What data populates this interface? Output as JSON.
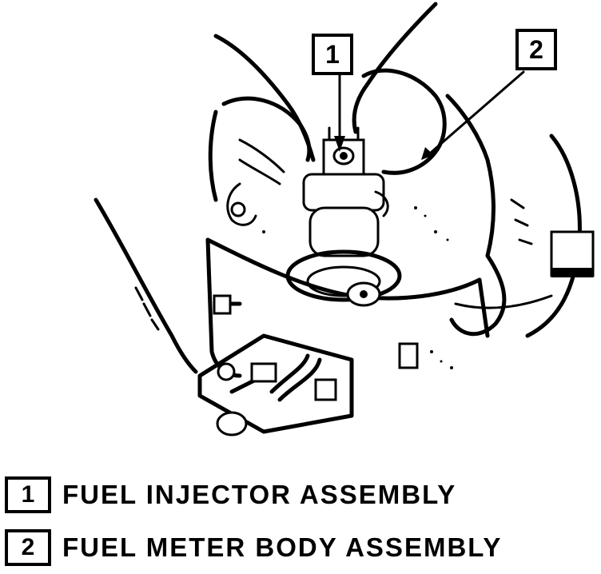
{
  "callouts": [
    {
      "number": "1"
    },
    {
      "number": "2"
    }
  ],
  "legend": [
    {
      "number": "1",
      "label": "FUEL INJECTOR ASSEMBLY"
    },
    {
      "number": "2",
      "label": "FUEL METER BODY ASSEMBLY"
    }
  ]
}
